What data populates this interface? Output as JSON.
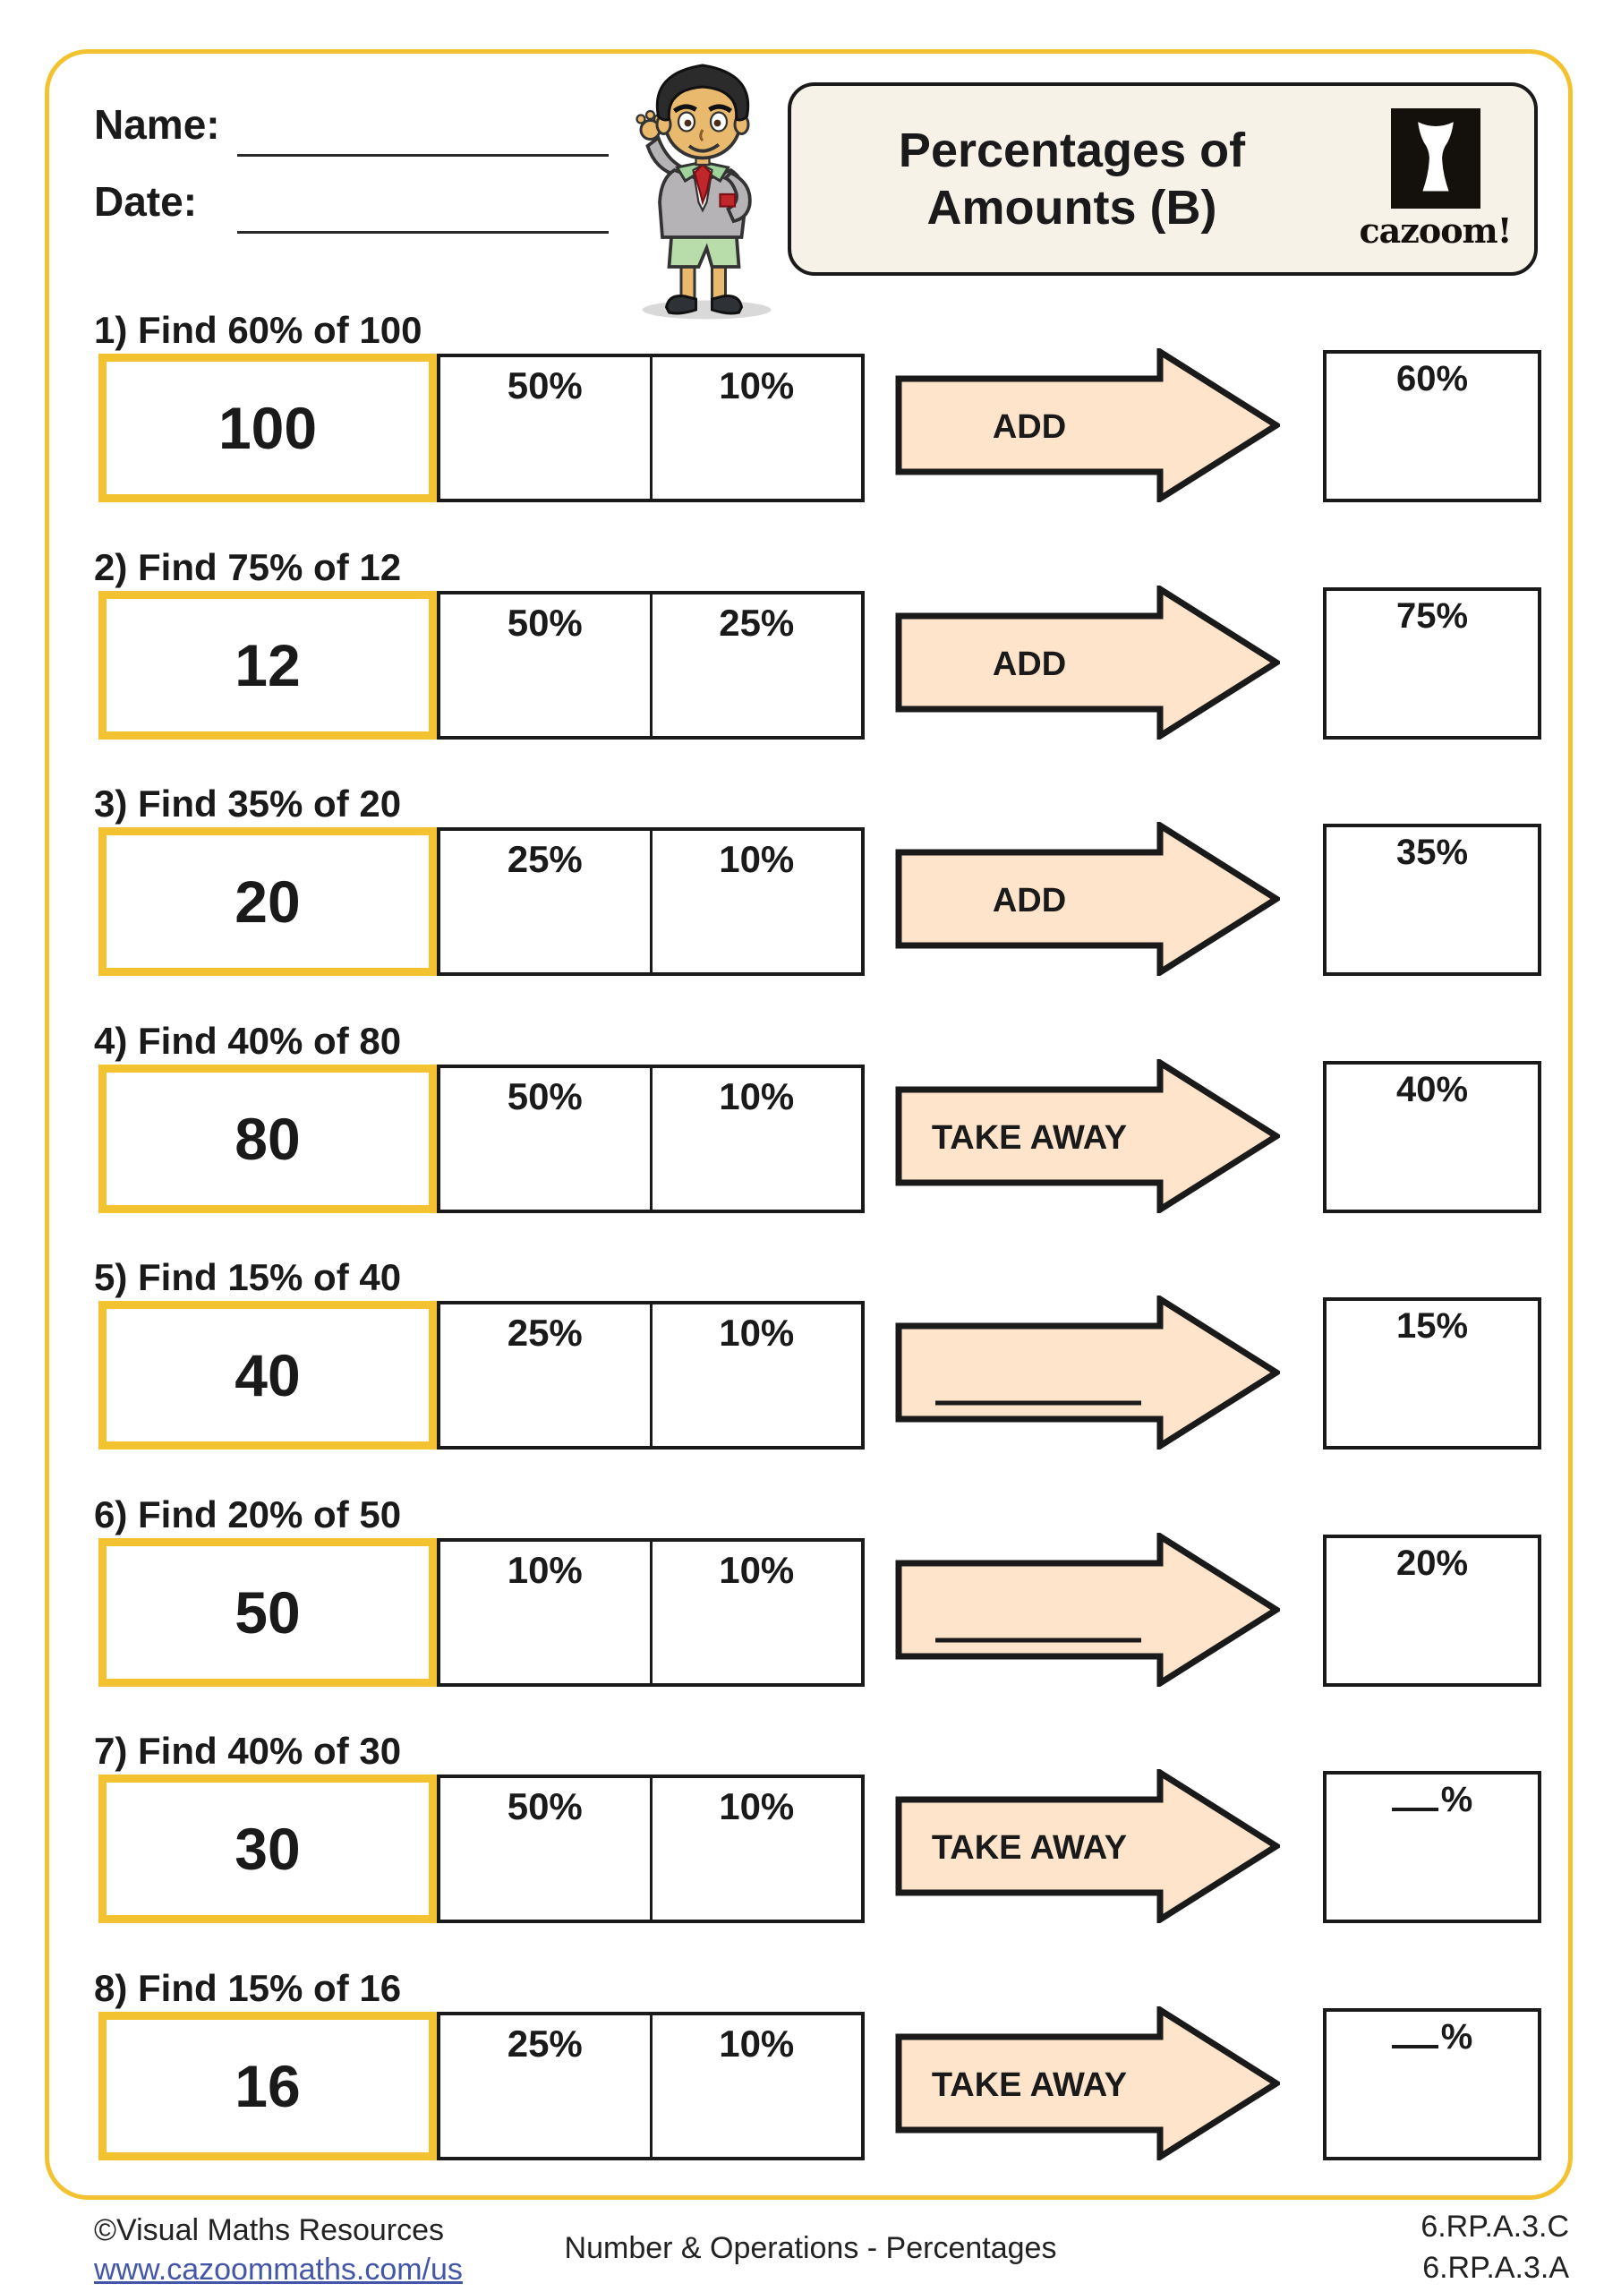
{
  "header": {
    "name_label": "Name:",
    "date_label": "Date:",
    "title_line1": "Percentages of",
    "title_line2": "Amounts (B)",
    "logo_text": "cazoom!"
  },
  "rows": [
    {
      "label": "1) Find 60% of 100",
      "amount": "100",
      "pct1": "50%",
      "pct2": "10%",
      "arrow_label": "ADD",
      "arrow_blank": false,
      "result_label": "60%",
      "result_blank": false
    },
    {
      "label": "2) Find 75% of 12",
      "amount": "12",
      "pct1": "50%",
      "pct2": "25%",
      "arrow_label": "ADD",
      "arrow_blank": false,
      "result_label": "75%",
      "result_blank": false
    },
    {
      "label": "3) Find 35% of 20",
      "amount": "20",
      "pct1": "25%",
      "pct2": "10%",
      "arrow_label": "ADD",
      "arrow_blank": false,
      "result_label": "35%",
      "result_blank": false
    },
    {
      "label": "4) Find 40% of 80",
      "amount": "80",
      "pct1": "50%",
      "pct2": "10%",
      "arrow_label": "TAKE AWAY",
      "arrow_blank": false,
      "result_label": "40%",
      "result_blank": false
    },
    {
      "label": "5) Find 15% of 40",
      "amount": "40",
      "pct1": "25%",
      "pct2": "10%",
      "arrow_label": "",
      "arrow_blank": true,
      "result_label": "15%",
      "result_blank": false
    },
    {
      "label": "6) Find 20% of 50",
      "amount": "50",
      "pct1": "10%",
      "pct2": "10%",
      "arrow_label": "",
      "arrow_blank": true,
      "result_label": "20%",
      "result_blank": false
    },
    {
      "label": "7) Find 40% of 30",
      "amount": "30",
      "pct1": "50%",
      "pct2": "10%",
      "arrow_label": "TAKE AWAY",
      "arrow_blank": false,
      "result_label": "%",
      "result_blank": true
    },
    {
      "label": "8) Find 15% of 16",
      "amount": "16",
      "pct1": "25%",
      "pct2": "10%",
      "arrow_label": "TAKE AWAY",
      "arrow_blank": false,
      "result_label": "%",
      "result_blank": true
    }
  ],
  "footer": {
    "copyright": "©Visual Maths Resources",
    "url": "www.cazoommaths.com/us",
    "center": "Number & Operations - Percentages",
    "code1": "6.RP.A.3.C",
    "code2": "6.RP.A.3.A"
  },
  "colors": {
    "frame_yellow": "#f2c230",
    "arrow_fill": "#fde4cb",
    "title_bg": "#f7f2e8",
    "link_blue": "#4456a8"
  }
}
